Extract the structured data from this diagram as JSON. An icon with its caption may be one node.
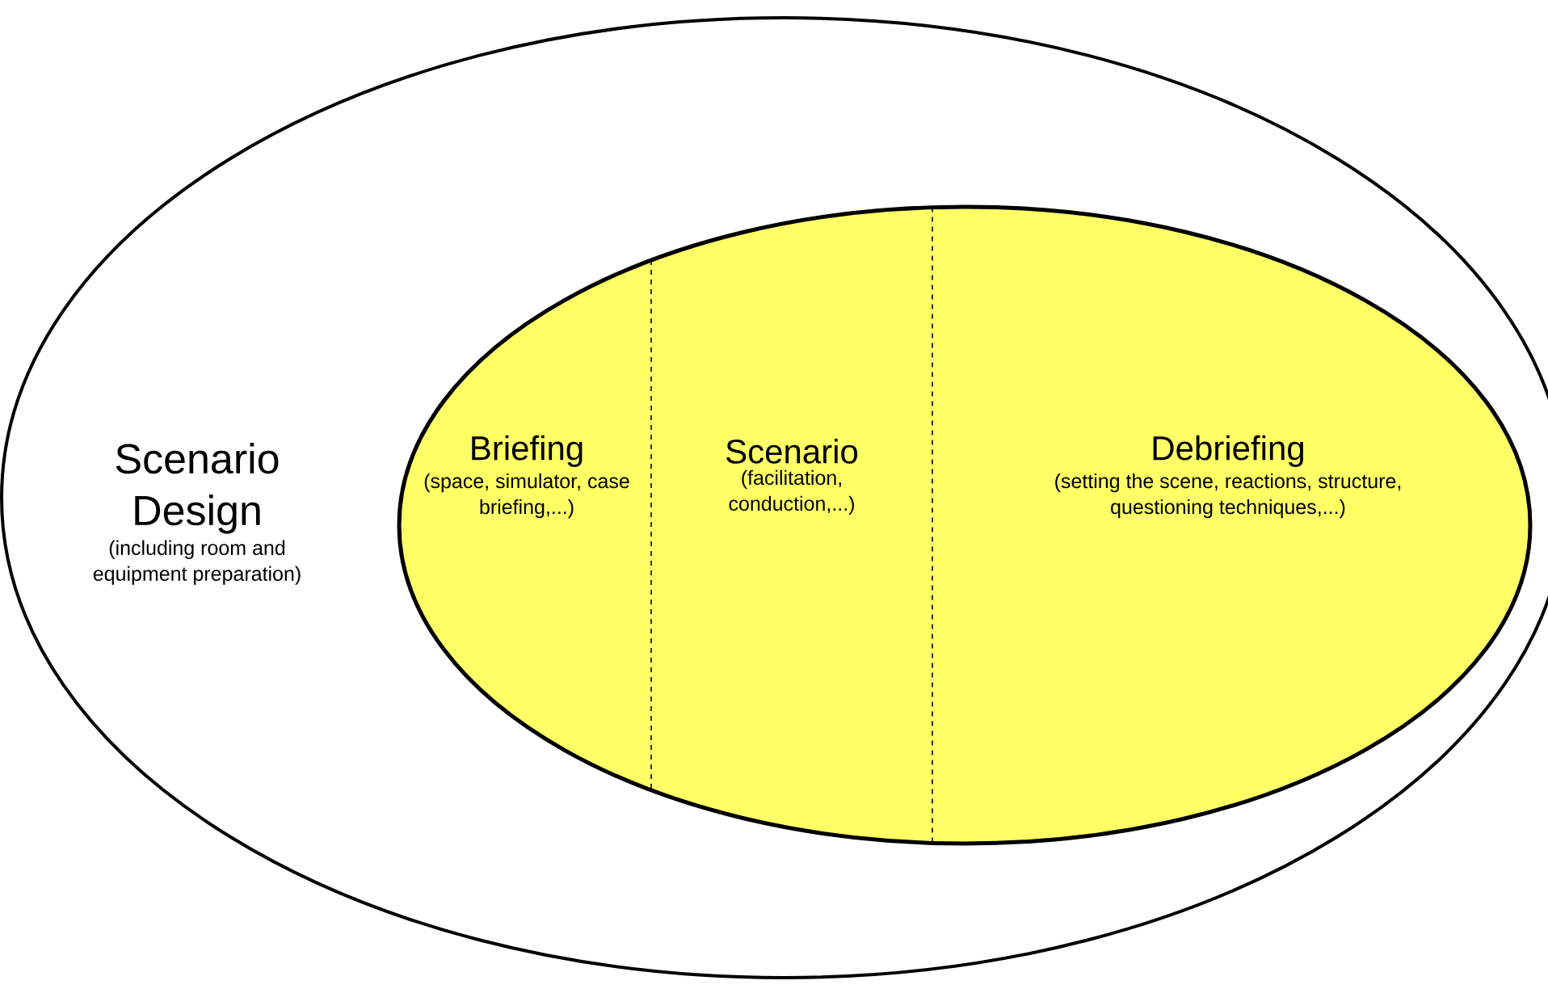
{
  "diagram": {
    "nodes": [
      {
        "text": [
          "Scenario Design",
          "(including room and equipment preparation)"
        ]
      },
      {
        "text": [],
        "shape": "ellipse",
        "in": 0
      },
      {
        "text": [
          "Briefing",
          "(space, simulator, case briefing,...)"
        ],
        "in": 1
      },
      {
        "text": [
          "Scenario",
          "(facilitation, conduction,...)"
        ],
        "in": 1
      },
      {
        "text": [
          "Debriefing",
          "(setting the scene, reactions, structure, questioning techniques,...)"
        ],
        "in": 1
      }
    ]
  }
}
